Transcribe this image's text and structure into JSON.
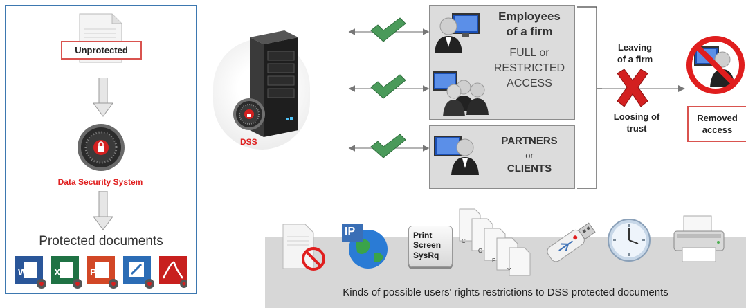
{
  "left_panel": {
    "unprotected_label": "Unprotected",
    "dss_system_label": "Data Security System",
    "protected_label": "Protected documents",
    "doc_icons": [
      "word-icon",
      "excel-icon",
      "powerpoint-icon",
      "visio-icon",
      "pdf-icon"
    ]
  },
  "server": {
    "label": "DSS"
  },
  "groups": {
    "employees_title": "Employees\nof a firm",
    "access_text": "FULL or\nRESTRICTED\nACCESS",
    "partners_line1": "PARTNERS",
    "partners_line2": "or",
    "partners_line3": "CLIENTS"
  },
  "revocation": {
    "leaving_text": "Leaving\nof a firm",
    "losing_text": "Loosing of\ntrust",
    "removed_text": "Removed\naccess"
  },
  "restrictions": {
    "caption": "Kinds of possible users' rights restrictions to DSS protected documents",
    "print_screen_key": [
      "Print",
      "Screen",
      "SysRq"
    ],
    "ip_label": "IP",
    "page_letters": [
      "C",
      "O",
      "P",
      "Y"
    ]
  },
  "colors": {
    "accent_red": "#d9534f",
    "panel_blue": "#3d78b0",
    "check_green": "#4a9a5a",
    "dss_red": "#e02020"
  }
}
